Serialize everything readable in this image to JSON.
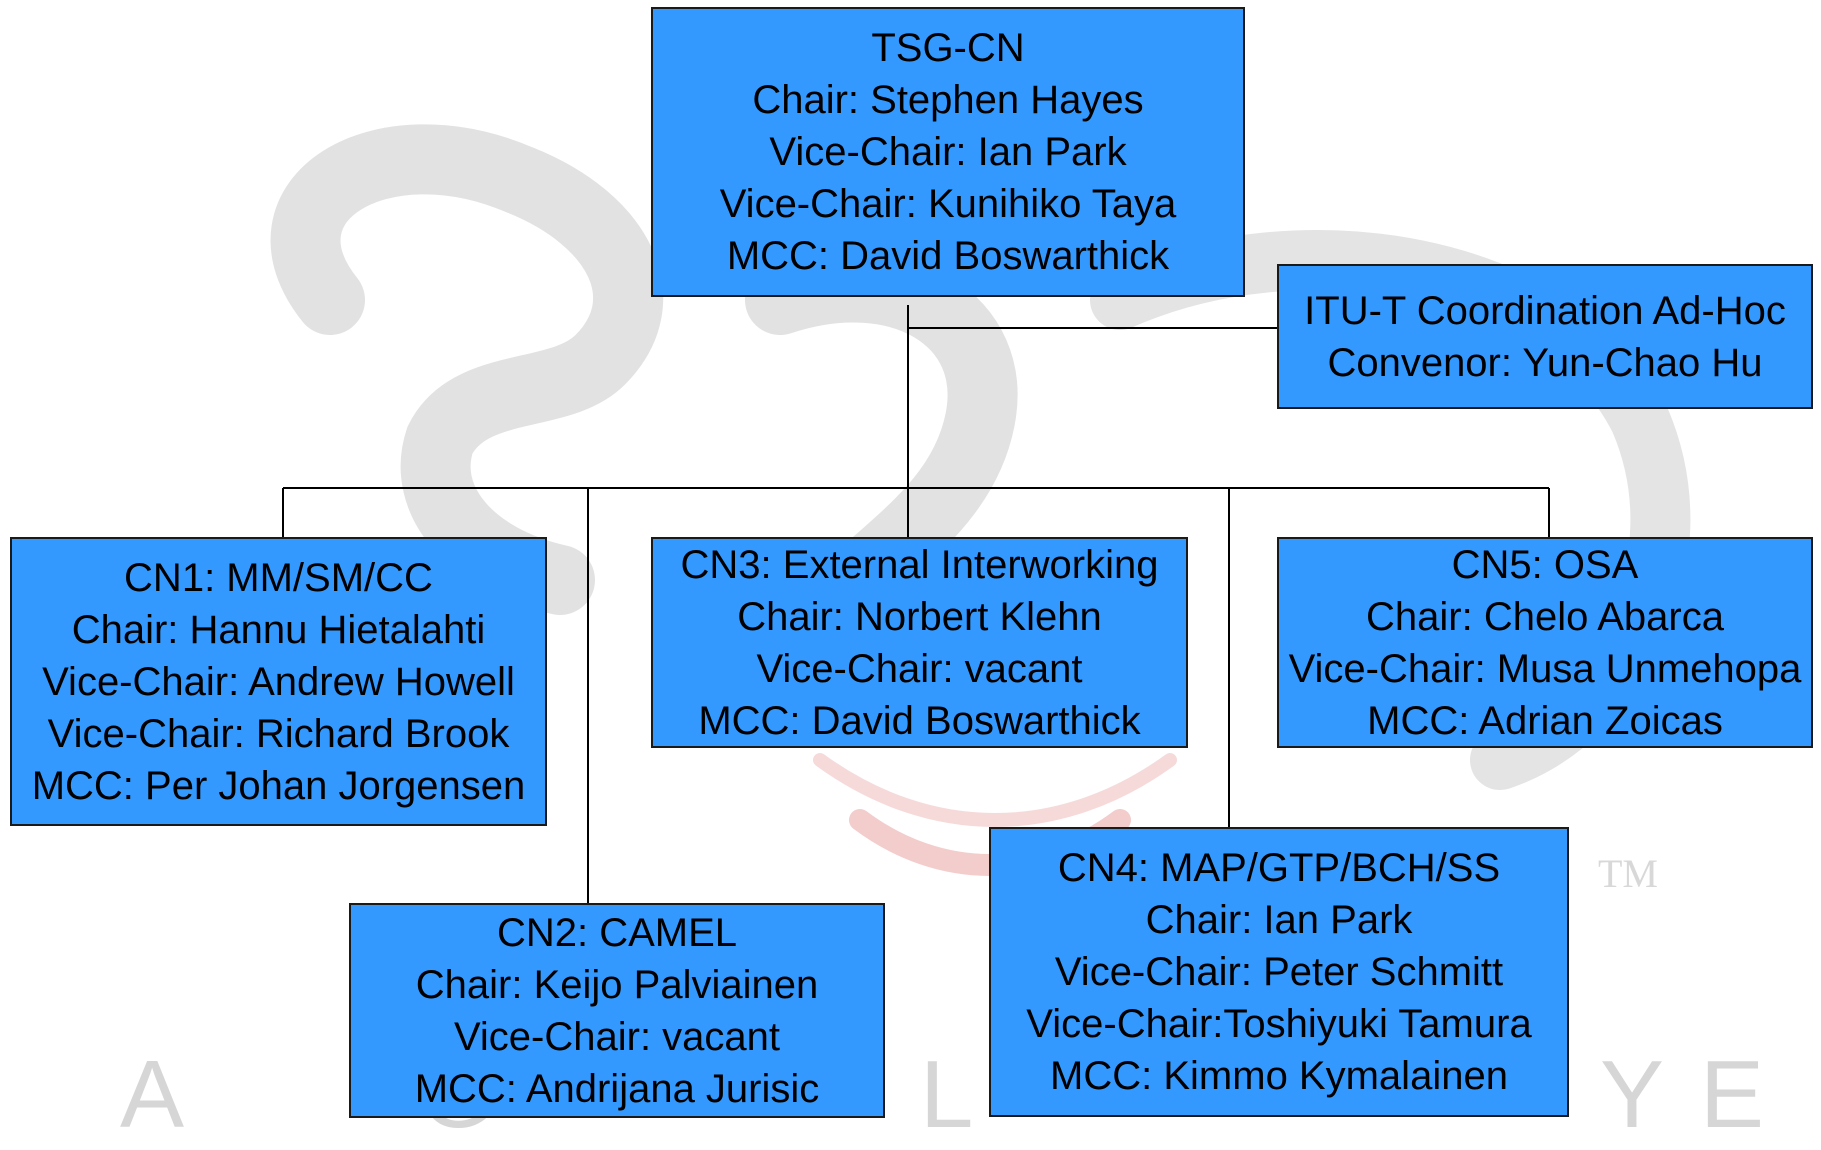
{
  "colors": {
    "box_fill": "#3399ff",
    "box_border": "#1a1a1a",
    "line": "#000000",
    "watermark": "#d9d9d9",
    "watermark_accent": "#f3c9c9"
  },
  "watermark": {
    "trademark": "TM",
    "letters": [
      "A",
      "G",
      "L",
      "Y",
      "E"
    ]
  },
  "nodes": {
    "tsg_cn": {
      "title": "TSG-CN",
      "lines": [
        "Chair: Stephen Hayes",
        "Vice-Chair: Ian Park",
        "Vice-Chair: Kunihiko Taya",
        "MCC: David Boswarthick"
      ]
    },
    "itu_t": {
      "title": "ITU-T Coordination Ad-Hoc",
      "lines": [
        "Convenor: Yun-Chao Hu"
      ]
    },
    "cn1": {
      "title": "CN1: MM/SM/CC",
      "lines": [
        "Chair: Hannu Hietalahti",
        "Vice-Chair: Andrew Howell",
        "Vice-Chair: Richard Brook",
        "MCC: Per Johan Jorgensen"
      ]
    },
    "cn2": {
      "title": "CN2: CAMEL",
      "lines": [
        "Chair: Keijo Palviainen",
        "Vice-Chair: vacant",
        "MCC: Andrijana Jurisic"
      ]
    },
    "cn3": {
      "title": "CN3: External Interworking",
      "lines": [
        "Chair: Norbert Klehn",
        "Vice-Chair: vacant",
        "MCC: David Boswarthick"
      ]
    },
    "cn4": {
      "title": "CN4: MAP/GTP/BCH/SS",
      "lines": [
        "Chair: Ian Park",
        "Vice-Chair: Peter Schmitt",
        "Vice-Chair:Toshiyuki Tamura",
        "MCC: Kimmo Kymalainen"
      ]
    },
    "cn5": {
      "title": "CN5: OSA",
      "lines": [
        "Chair: Chelo Abarca",
        "Vice-Chair: Musa Unmehopa",
        "MCC: Adrian Zoicas"
      ]
    }
  }
}
